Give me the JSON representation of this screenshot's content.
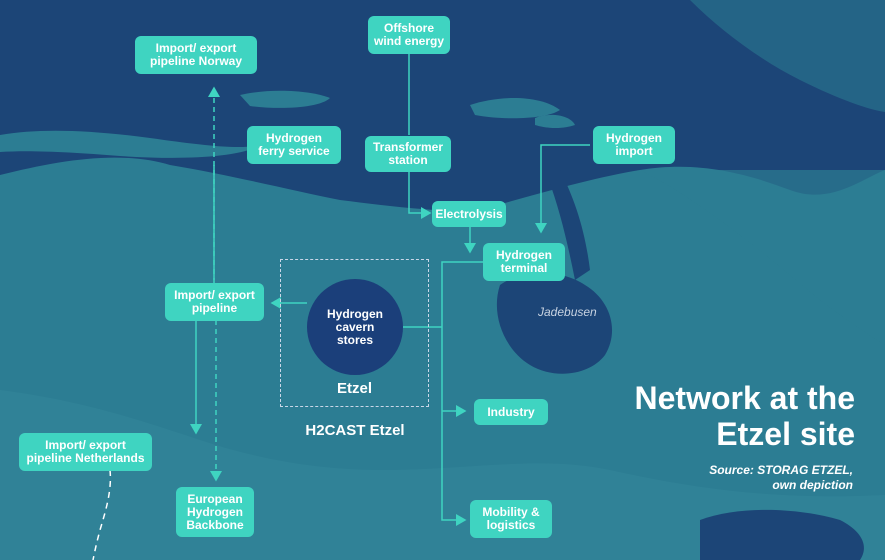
{
  "colors": {
    "sea": "#1c4577",
    "land": "#2c7d93",
    "node": "#3fd4c1",
    "store": "#1b3f7a",
    "text": "#ffffff"
  },
  "nodes": {
    "offshore_wind": "Offshore\nwind energy",
    "import_norway": "Import/ export\npipeline Norway",
    "ferry": "Hydrogen\nferry service",
    "transformer": "Transformer\nstation",
    "hydrogen_import": "Hydrogen\nimport",
    "electrolysis": "Electrolysis",
    "terminal": "Hydrogen\nterminal",
    "pipeline": "Import/ export\npipeline",
    "cavern": "Hydrogen\ncavern\nstores",
    "industry": "Industry",
    "import_netherlands": "Import/ export\npipeline Netherlands",
    "backbone": "European\nHydrogen\nBackbone",
    "mobility": "Mobility &\nlogistics"
  },
  "labels": {
    "etzel": "Etzel",
    "h2cast": "H2CAST Etzel",
    "jadebusen": "Jadebusen"
  },
  "title": "Network at the\nEtzel site",
  "source": "Source: STORAG ETZEL,\nown depiction"
}
